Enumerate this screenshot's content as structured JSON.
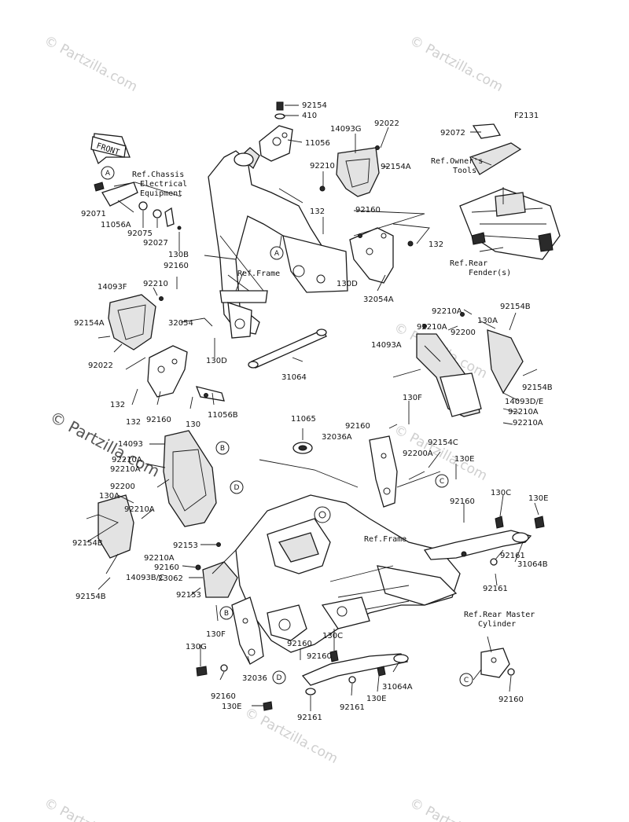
{
  "figure_code": "F2131",
  "front_badge": "FRONT",
  "watermarks": [
    {
      "text": "© Partzilla.com",
      "big": false
    },
    {
      "text": "© Partzilla.com",
      "big": false
    },
    {
      "text": "© Partzilla.com",
      "big": false
    },
    {
      "text": "© Partzilla.com",
      "big": false
    },
    {
      "text": "© Partzilla.com",
      "big": false
    },
    {
      "text": "© Partzilla.com",
      "big": false
    },
    {
      "text": "© Partzilla.com",
      "big": false
    },
    {
      "text": "© Partzilla.com",
      "big": true
    }
  ],
  "references": [
    {
      "lines": [
        "Ref.Chassis",
        "Electrical",
        "Equipment"
      ]
    },
    {
      "lines": [
        "Ref.Frame"
      ]
    },
    {
      "lines": [
        "Ref.Owner's",
        "Tools"
      ]
    },
    {
      "lines": [
        "Ref.Rear",
        "Fender(s)"
      ]
    },
    {
      "lines": [
        "Ref.Frame"
      ]
    },
    {
      "lines": [
        "Ref.Rear Master",
        "Cylinder"
      ]
    }
  ],
  "callouts": [
    {
      "letter": "A"
    },
    {
      "letter": "A"
    },
    {
      "letter": "B"
    },
    {
      "letter": "B"
    },
    {
      "letter": "C"
    },
    {
      "letter": "C"
    },
    {
      "letter": "D"
    },
    {
      "letter": "D"
    }
  ],
  "part_labels": [
    "92154",
    "410",
    "11056",
    "14093G",
    "92022",
    "92072",
    "92210",
    "92154A",
    "92071",
    "11056A",
    "92075",
    "92027",
    "130B",
    "92160",
    "132",
    "92160",
    "132",
    "130D",
    "32054A",
    "14093F",
    "92210",
    "92154A",
    "92022",
    "32054",
    "130D",
    "31064",
    "92210A",
    "92154B",
    "92210A",
    "92200",
    "130A",
    "14093A",
    "132",
    "132",
    "92160",
    "130",
    "11056B",
    "92154B",
    "14093D/E",
    "92210A",
    "92210A",
    "130F",
    "92160",
    "11065",
    "32036A",
    "92154C",
    "92200A",
    "130E",
    "14093",
    "92210A",
    "92210A",
    "92200",
    "130A",
    "92210A",
    "92154B",
    "92210A",
    "14093B/C",
    "92154B",
    "92160",
    "130C",
    "130E",
    "31064B",
    "92161",
    "92161",
    "92153",
    "92160",
    "23062",
    "92153",
    "130F",
    "130G",
    "92160",
    "32036",
    "92160",
    "130C",
    "31064A",
    "92160",
    "130E",
    "92161",
    "92161",
    "130E",
    "92160"
  ]
}
